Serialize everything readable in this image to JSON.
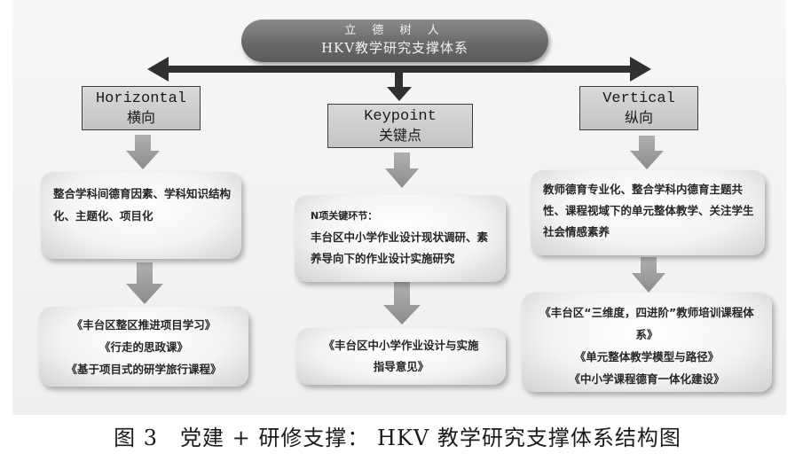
{
  "title": {
    "line1": "立 德 树 人",
    "line2": "HKV教学研究支撑体系"
  },
  "columns": {
    "horizontal": {
      "en": "Horizontal",
      "zh": "横向",
      "card1": "整合学科间德育因素、学科知识结构化、主题化、项目化",
      "card2": [
        "《丰台区整区推进项目学习》",
        "《行走的思政课》",
        "《基于项目式的研学旅行课程》"
      ]
    },
    "keypoint": {
      "en": "Keypoint",
      "zh": "关键点",
      "card1": [
        "N项关键环节：",
        "丰台区中小学作业设计现状调研、素养导向下的作业设计实施研究"
      ],
      "card2": [
        "《丰台区中小学作业设计与实施指导意见》"
      ]
    },
    "vertical": {
      "en": "Vertical",
      "zh": "纵向",
      "card1": "教师德育专业化、整合学科内德育主题共性、课程视域下的单元整体教学、关注学生社会情感素养",
      "card2": [
        "《丰台区“三维度，四进阶”教师培训课程体系》",
        "《单元整体教学模型与路径》",
        "《中小学课程德育一体化建设》"
      ]
    }
  },
  "caption": "图 3　党建 + 研修支撑： HKV 教学研究支撑体系结构图"
}
